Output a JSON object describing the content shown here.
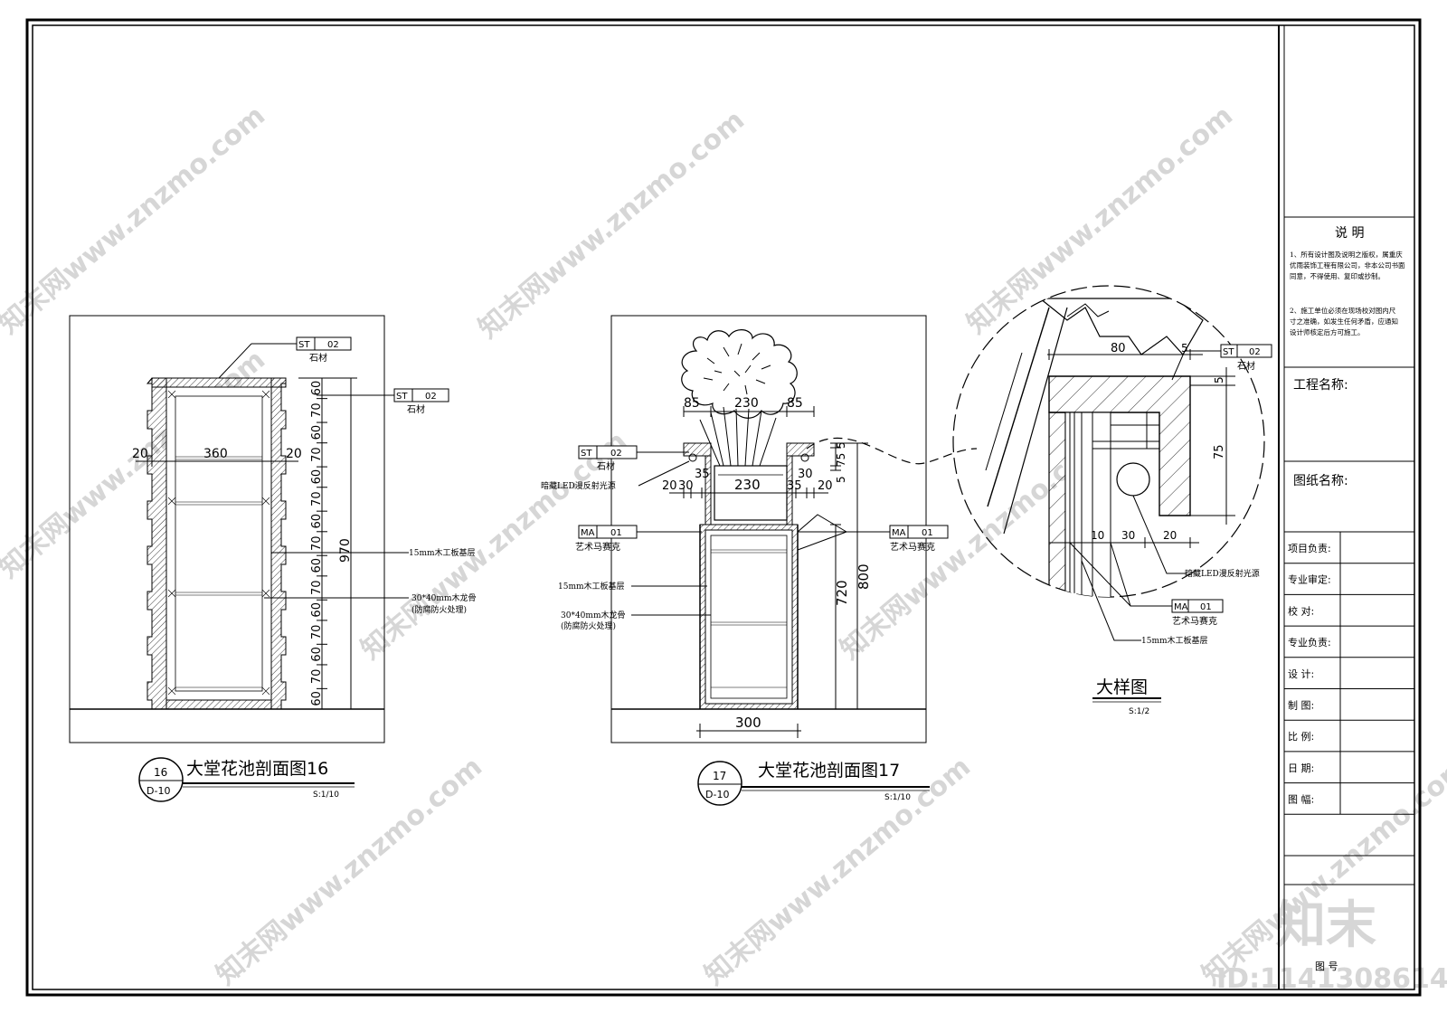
{
  "watermark": {
    "text": "知末网www.znzmo.com",
    "logo": "知末",
    "id_label": "ID:1141308614"
  },
  "sheet": {
    "notes_title": "说    明",
    "notes": [
      "1、所有设计图及说明之版权，属重庆",
      "优雨装饰工程有限公司，非本公司书面",
      "同意，不得使用、复印或抄制。",
      "2、施工单位必须在现场校对图内尺",
      "寸之准确，如发生任何矛盾，应通知",
      "设计师核定后方可施工。"
    ],
    "project_name_label": "工程名称:",
    "drawing_name_label": "图纸名称:",
    "rows": [
      "项目负责:",
      "专业审定:",
      "校    对:",
      "专业负责:",
      "设    计:",
      "制    图:",
      "比  例:",
      "日  期:",
      "图  幅:"
    ],
    "drawing_no_label": "图 号"
  },
  "section16": {
    "title": "大堂花池剖面图16",
    "scale": "S:1/10",
    "badge_num": "16",
    "badge_ref": "D-10",
    "tag_top": {
      "code": "ST",
      "num": "02",
      "label": "石材"
    },
    "tag_right": {
      "code": "ST",
      "num": "02",
      "label": "石材"
    },
    "dim_left": "20",
    "dim_mid": "360",
    "dim_right": "20",
    "dim_total": "970",
    "dim_chain": [
      "60",
      "70",
      "60",
      "70",
      "60",
      "70",
      "60",
      "70",
      "60",
      "70",
      "60",
      "70",
      "60",
      "70",
      "60"
    ],
    "note_board": "15mm木工板基层",
    "note_keel": "30*40mm木龙骨",
    "note_keel2": "(防腐防火处理)"
  },
  "section17": {
    "title": "大堂花池剖面图17",
    "scale": "S:1/10",
    "badge_num": "17",
    "badge_ref": "D-10",
    "tag_stone": {
      "code": "ST",
      "num": "02",
      "label": "石材"
    },
    "tag_ma_left": {
      "code": "MA",
      "num": "01",
      "label": "艺术马赛克"
    },
    "tag_ma_right": {
      "code": "MA",
      "num": "01",
      "label": "艺术马赛克"
    },
    "note_led": "暗藏LED漫反射光源",
    "note_board": "15mm木工板基层",
    "note_keel": "30*40mm木龙骨",
    "note_keel2": "(防腐防火处理)",
    "dims_top": [
      "85",
      "230",
      "85"
    ],
    "dims_lower": [
      "20",
      "30",
      "35",
      "230",
      "35",
      "30",
      "20"
    ],
    "dims_right": [
      "5",
      "75",
      "5"
    ],
    "dim_720": "720",
    "dim_800": "800",
    "dim_300": "300"
  },
  "detail": {
    "title": "大样图",
    "scale": "S:1/2",
    "tag_stone": {
      "code": "ST",
      "num": "02",
      "label": "石材"
    },
    "tag_ma": {
      "code": "MA",
      "num": "01",
      "label": "艺术马赛克"
    },
    "note_led": "暗藏LED漫反射光源",
    "note_board": "15mm木工板基层",
    "dim_80": "80",
    "dim_5a": "5",
    "dim_5b": "5",
    "dim_75": "75",
    "dim_10": "10",
    "dim_30": "30",
    "dim_20": "20"
  }
}
